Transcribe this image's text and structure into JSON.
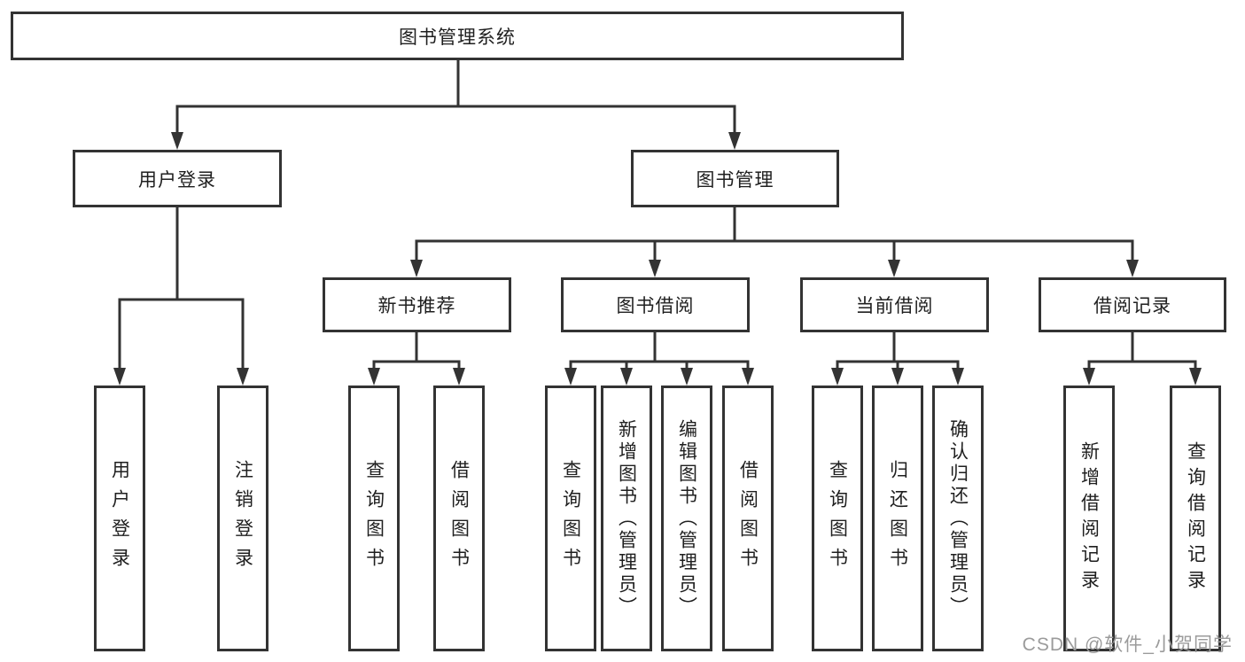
{
  "root": {
    "label": "图书管理系统"
  },
  "branches": [
    {
      "label": "用户登录",
      "children": [
        {
          "label": "用户登录"
        },
        {
          "label": "注销登录"
        }
      ]
    },
    {
      "label": "图书管理",
      "sections": [
        {
          "label": "新书推荐",
          "children": [
            {
              "label": "查询图书"
            },
            {
              "label": "借阅图书"
            }
          ]
        },
        {
          "label": "图书借阅",
          "children": [
            {
              "label": "查询图书"
            },
            {
              "label": "新增图书（管理员）"
            },
            {
              "label": "编辑图书（管理员）"
            },
            {
              "label": "借阅图书"
            }
          ]
        },
        {
          "label": "当前借阅",
          "children": [
            {
              "label": "查询图书"
            },
            {
              "label": "归还图书"
            },
            {
              "label": "确认归还（管理员）"
            }
          ]
        },
        {
          "label": "借阅记录",
          "children": [
            {
              "label": "新增借阅记录"
            },
            {
              "label": "查询借阅记录"
            }
          ]
        }
      ]
    }
  ],
  "watermark": "CSDN @软件_小贺同学",
  "colors": {
    "line": "#333333",
    "text": "#1f1f1f",
    "background": "#ffffff",
    "watermark": "#9b9b9b"
  }
}
